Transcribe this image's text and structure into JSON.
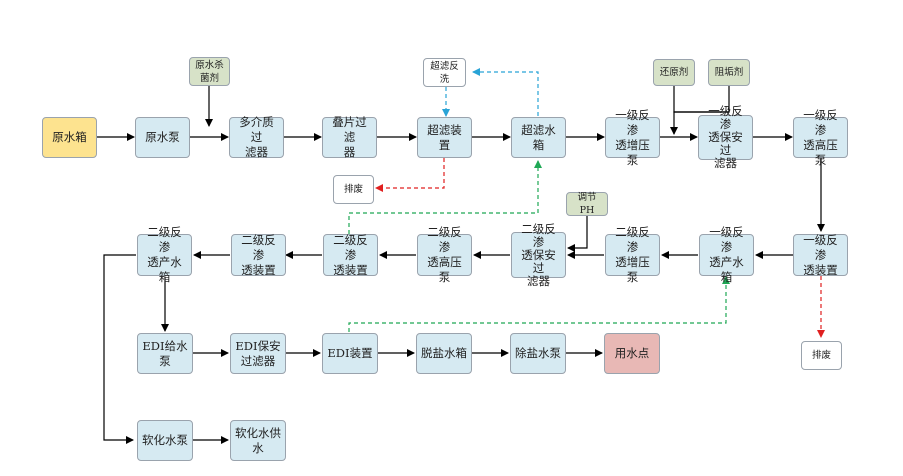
{
  "nodes": {
    "raw_tank": "原水箱",
    "raw_pump": "原水泵",
    "multi_media_filter": "多介质过\n滤器",
    "disc_filter": "叠片过滤\n器",
    "uf_device": "超滤装置",
    "uf_tank": "超滤水箱",
    "ro1_booster": "一级反渗\n透增压泵",
    "ro1_security": "一级反渗\n透保安过\n滤器",
    "ro1_hp_pump": "一级反渗\n透高压泵",
    "disinfectant": "原水杀\n菌剂",
    "uf_backwash": "超滤反\n洗",
    "discharge_1": "排废",
    "reductant": "还原剂",
    "scale_inhibitor": "阻垢剂",
    "adjust_ph": "调节PH",
    "ro1_device": "一级反渗\n透装置",
    "ro1_product_tank": "一级反渗\n透产水箱",
    "ro2_booster": "二级反渗\n透增压泵",
    "ro2_security": "二级反渗\n透保安过\n滤器",
    "ro2_hp_pump": "二级反渗\n透高压泵",
    "ro2_device_a": "二级反渗\n透装置",
    "ro2_device_b": "二级反渗\n透装置",
    "ro2_product_tank": "二级反渗\n透产水箱",
    "discharge_2": "排废",
    "edi_feed_pump": "EDI给水\n泵",
    "edi_security": "EDI保安\n过滤器",
    "edi_device": "EDI装置",
    "desalted_tank": "脱盐水箱",
    "desalted_pump": "除盐水泵",
    "use_point": "用水点",
    "soft_pump": "软化水泵",
    "soft_supply": "软化水供\n水"
  },
  "colors": {
    "process": "#d6eaf2",
    "source": "#fde38f",
    "chemical": "#d7e2c8",
    "endpoint": "#e8b8b5",
    "flow_arrow": "#000000",
    "waste_arrow": "#e02020",
    "backwash_arrow": "#29a3d6",
    "recycle_arrow": "#1fa855"
  }
}
